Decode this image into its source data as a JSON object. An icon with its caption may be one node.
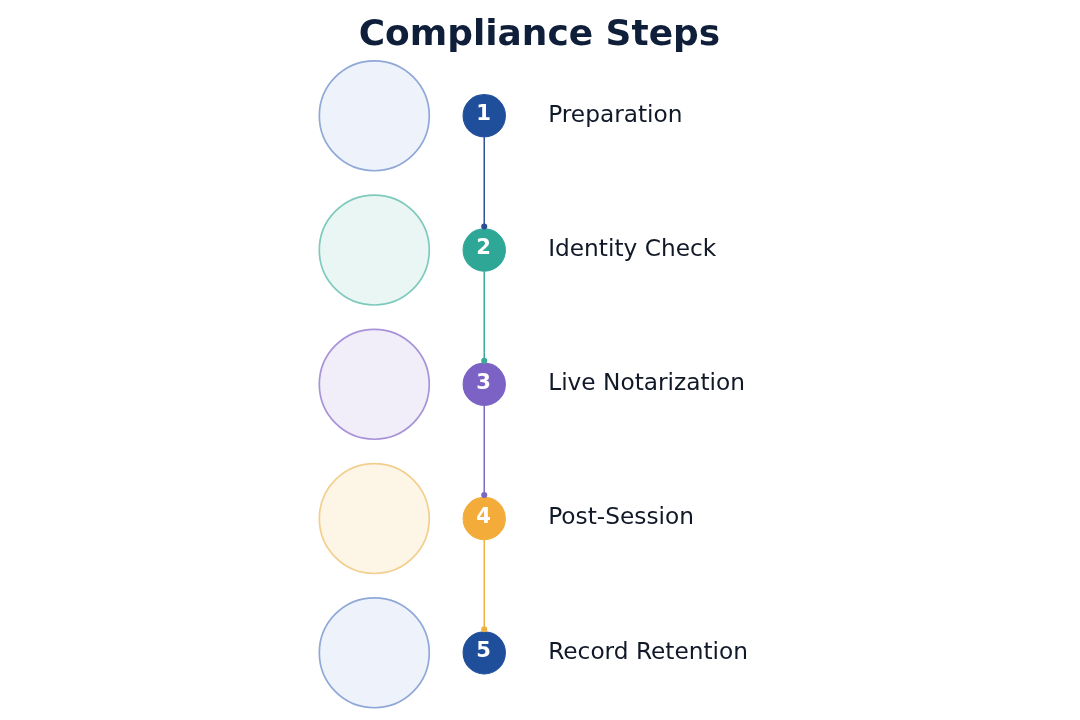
{
  "diagram": {
    "title": "Compliance Steps",
    "nodes": [
      {
        "text": [],
        "shape": "circle"
      },
      {
        "text": [
          "1"
        ],
        "beside": [
          "Preparation"
        ]
      },
      {
        "text": [],
        "shape": "circle"
      },
      {
        "text": [
          "2"
        ],
        "beside": [
          "Identity Check"
        ]
      },
      {
        "text": [],
        "shape": "circle"
      },
      {
        "text": [
          "3"
        ],
        "beside": [
          "Live Notarization"
        ]
      },
      {
        "text": [],
        "shape": "circle"
      },
      {
        "text": [
          "4"
        ],
        "beside": [
          "Post-Session"
        ]
      },
      {
        "text": [],
        "shape": "circle"
      },
      {
        "text": [
          "5"
        ],
        "beside": [
          "Record Retention"
        ]
      }
    ],
    "edges": [
      {
        "from": 1,
        "to": 3,
        "arrow": "other",
        "color": "#2c4f93"
      },
      {
        "from": 3,
        "to": 5,
        "arrow": "other",
        "color": "#3aa99a"
      },
      {
        "from": 5,
        "to": 7,
        "arrow": "other",
        "color": "#7b68c0"
      },
      {
        "from": 7,
        "to": 9,
        "arrow": "other",
        "color": "#f0b040"
      }
    ]
  }
}
